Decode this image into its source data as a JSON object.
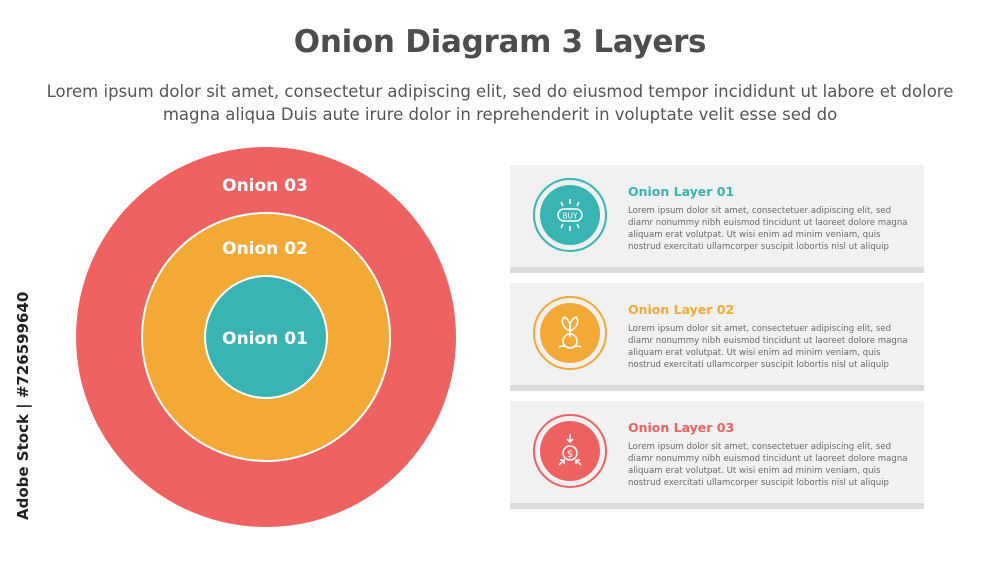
{
  "title": "Onion Diagram 3 Layers",
  "subtitle": "Lorem ipsum dolor sit amet, consectetur adipiscing elit, sed do eiusmod tempor incididunt ut labore et dolore magna aliqua Duis aute irure dolor in reprehenderit in voluptate velit esse sed do",
  "rings": [
    {
      "label": "Onion 03",
      "color": "#ee6262"
    },
    {
      "label": "Onion 02",
      "color": "#f3a935"
    },
    {
      "label": "Onion 01",
      "color": "#3ab3b3"
    }
  ],
  "layers": [
    {
      "title": "Onion Layer 01",
      "color": "#3ab3b3",
      "icon": "buy-tag-icon",
      "icon_text": "BUY",
      "text": "Lorem ipsum dolor sit amet, consectetuer adipiscing elit, sed diamr nonummy nibh euismod tincidunt ut laoreet dolore magna aliquam erat volutpat. Ut wisi enim ad minim veniam, quis nostrud exercitati ullamcorper suscipit lobortis nisl ut aliquip"
    },
    {
      "title": "Onion Layer 02",
      "color": "#f3a935",
      "icon": "plant-hand-icon",
      "text": "Lorem ipsum dolor sit amet, consectetuer adipiscing elit, sed diamr nonummy nibh euismod tincidunt ut laoreet dolore magna aliquam erat volutpat. Ut wisi enim ad minim veniam, quis nostrud exercitati ullamcorper suscipit lobortis nisl ut aliquip"
    },
    {
      "title": "Onion Layer 03",
      "color": "#ee6262",
      "icon": "dollar-converge-icon",
      "icon_text": "$",
      "text": "Lorem ipsum dolor sit amet, consectetuer adipiscing elit, sed diamr nonummy nibh euismod tincidunt ut laoreet dolore magna aliquam erat volutpat. Ut wisi enim ad minim veniam, quis nostrud exercitati ullamcorper suscipit lobortis nisl ut aliquip"
    }
  ],
  "watermark": "Adobe Stock | #726599640"
}
